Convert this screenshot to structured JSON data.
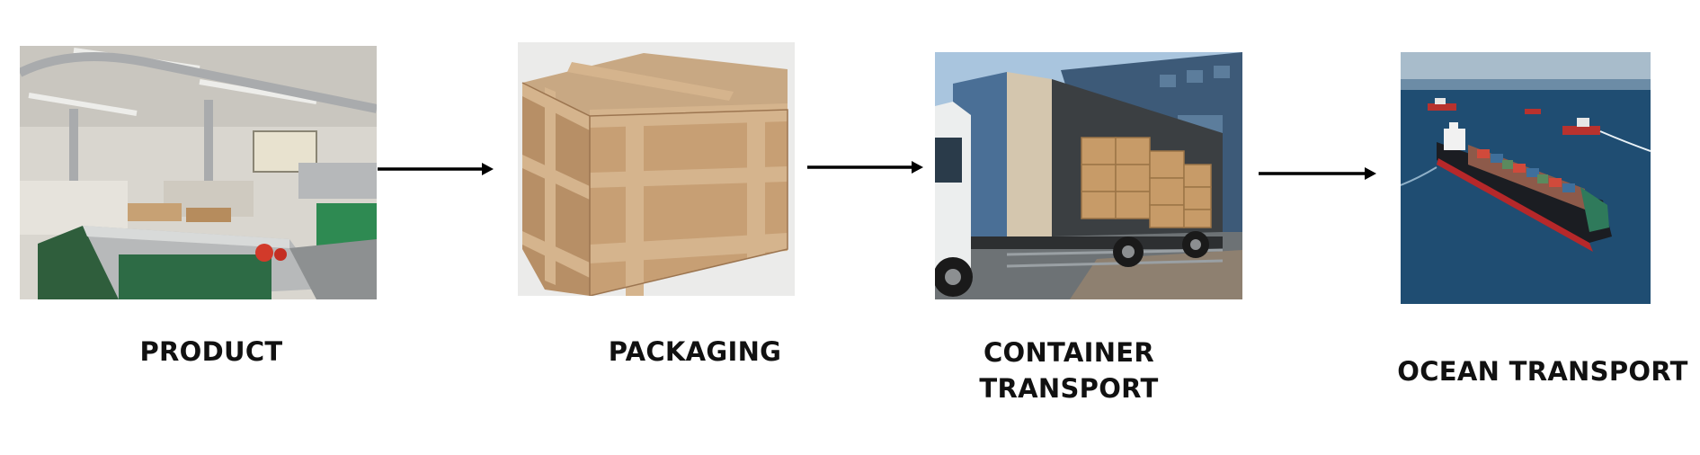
{
  "stages": [
    {
      "label": "PRODUCT",
      "icon": "factory-workshop-photo"
    },
    {
      "label": "PACKAGING",
      "icon": "wooden-crate-photo"
    },
    {
      "label_line1": "CONTAINER",
      "label_line2": "TRANSPORT",
      "icon": "truck-loading-photo"
    },
    {
      "label": "OCEAN TRANSPORT",
      "icon": "container-ship-photo"
    }
  ],
  "arrows": [
    "arrow-right-icon",
    "arrow-right-icon",
    "arrow-right-icon"
  ],
  "colors": {
    "text": "#111111",
    "arrow": "#000000",
    "background": "#ffffff"
  }
}
